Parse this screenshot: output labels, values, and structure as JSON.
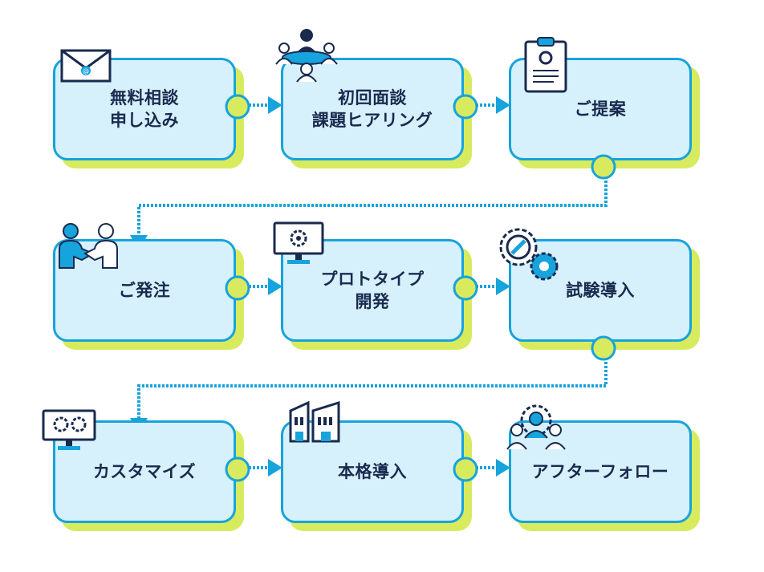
{
  "steps": [
    {
      "label": "無料相談\n申し込み",
      "icon": "envelope-icon"
    },
    {
      "label": "初回面談\n課題ヒアリング",
      "icon": "meeting-icon"
    },
    {
      "label": "ご提案",
      "icon": "clipboard-icon"
    },
    {
      "label": "ご発注",
      "icon": "handshake-icon"
    },
    {
      "label": "プロトタイプ\n開発",
      "icon": "monitor-gear-icon"
    },
    {
      "label": "試験導入",
      "icon": "gears-icon"
    },
    {
      "label": "カスタマイズ",
      "icon": "monitor-gears-icon"
    },
    {
      "label": "本格導入",
      "icon": "factory-icon"
    },
    {
      "label": "アフターフォロー",
      "icon": "support-team-icon"
    }
  ],
  "colors": {
    "card_fill": "#d6f1fb",
    "card_border": "#17a3dc",
    "card_shadow": "#d8eb5f",
    "connector_dot": "#d8eb5f",
    "text": "#1a2a4f",
    "icon_dark": "#1a2a4f"
  }
}
